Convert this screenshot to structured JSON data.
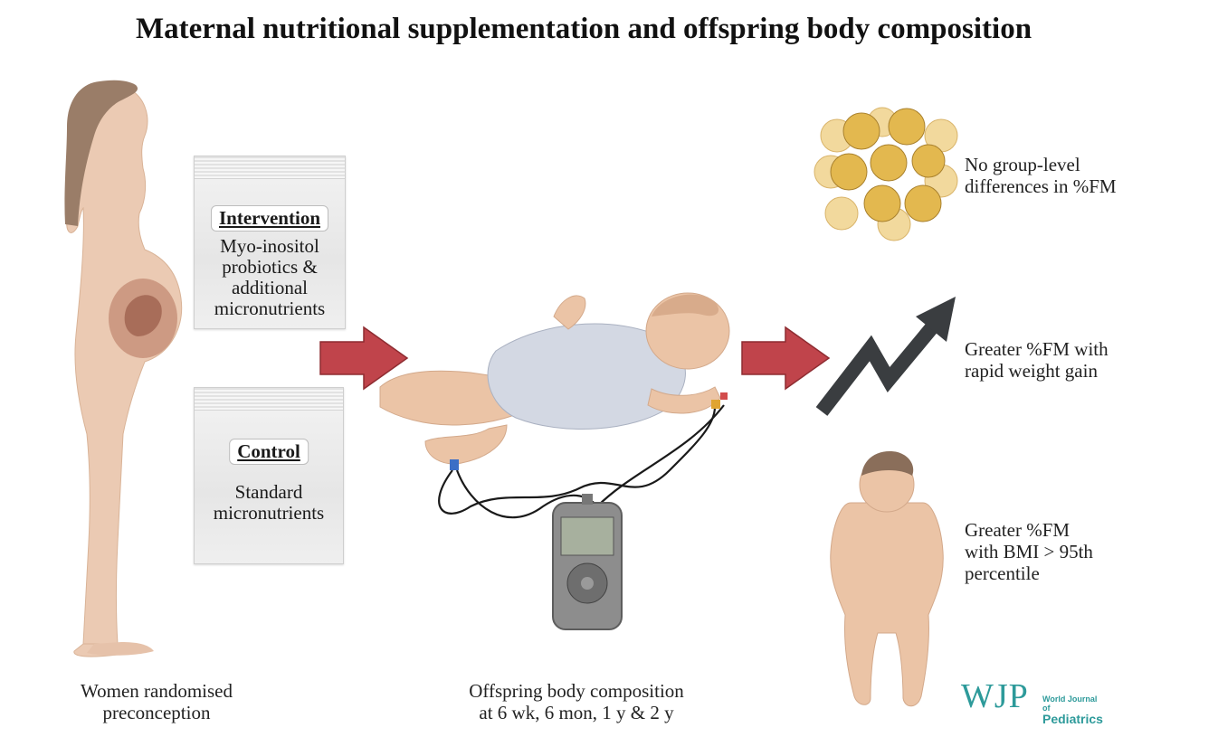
{
  "title": "Maternal nutritional supplementation and offspring body composition",
  "intervention": {
    "tag": "Intervention",
    "lines": [
      "Myo-inositol",
      "probiotics &",
      "additional",
      "micronutrients"
    ]
  },
  "control": {
    "tag": "Control",
    "lines": [
      "Standard",
      "micronutrients"
    ]
  },
  "labels": {
    "women": [
      "Women randomised",
      "preconception"
    ],
    "offspring": [
      "Offspring body composition",
      "at 6 wk, 6 mon, 1 y & 2 y"
    ]
  },
  "findings": [
    [
      "No group-level",
      "differences in %FM"
    ],
    [
      "Greater %FM with",
      "rapid weight gain"
    ],
    [
      "Greater %FM",
      "with BMI > 95th",
      "percentile"
    ]
  ],
  "logo": {
    "letters": "WJP",
    "line1": "World Journal of",
    "line2": "Pediatrics"
  },
  "colors": {
    "arrow_red": "#c0444b",
    "trend_arrow": "#3a3d40",
    "skin": "#e8c1a4",
    "fat_cell": "#e3b84f",
    "logo_teal": "#2d9a9a"
  }
}
